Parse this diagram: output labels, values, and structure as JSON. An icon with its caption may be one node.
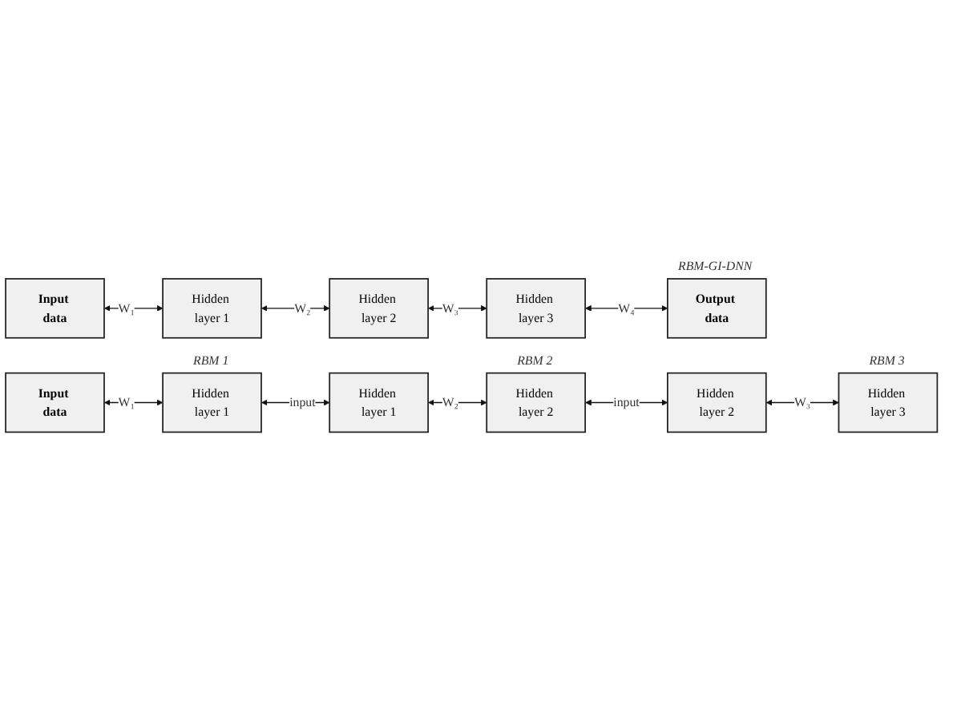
{
  "diagram": {
    "nodes": [
      {
        "text": [
          "Hidden layer 1"
        ],
        "beside": [
          "RBM 1"
        ]
      },
      {
        "text": [
          "Input data"
        ]
      },
      {
        "text": [
          "Hidden layer 2"
        ],
        "beside": [
          "RBM 2"
        ]
      },
      {
        "text": [
          "Hidden layer 1"
        ]
      },
      {
        "text": [
          "Hidden layer 3"
        ],
        "beside": [
          "RBM 3"
        ]
      },
      {
        "text": [
          "Hidden layer 2"
        ]
      },
      {
        "text": [
          "Output data"
        ],
        "beside": [
          "RBM-GI-DNN"
        ]
      },
      {
        "text": [
          "Hidden layer 3"
        ]
      },
      {
        "text": [
          "Hidden layer 2"
        ]
      },
      {
        "text": [
          "Hidden layer 1"
        ]
      },
      {
        "text": [
          "Input data"
        ]
      }
    ],
    "edges": [
      {
        "from": 1,
        "to": 0,
        "arrow": "both",
        "label": "W₁"
      },
      {
        "from": 0,
        "to": 3,
        "arrow": "both",
        "label": "input"
      },
      {
        "from": 3,
        "to": 2,
        "arrow": "both",
        "label": "W₂"
      },
      {
        "from": 2,
        "to": 5,
        "arrow": "both",
        "label": "input"
      },
      {
        "from": 5,
        "to": 4,
        "arrow": "both",
        "label": "W₃"
      },
      {
        "from": 10,
        "to": 9,
        "arrow": "both",
        "label": "W₁"
      },
      {
        "from": 9,
        "to": 8,
        "arrow": "both",
        "label": "W₂"
      },
      {
        "from": 8,
        "to": 7,
        "arrow": "both",
        "label": "W₃"
      },
      {
        "from": 7,
        "to": 6,
        "arrow": "both",
        "label": "W₄"
      }
    ]
  }
}
